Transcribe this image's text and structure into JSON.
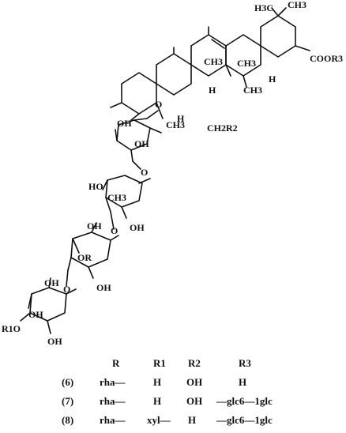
{
  "structure": {
    "labels": {
      "h3c_top": "H3C",
      "ch3_top": "CH3",
      "coor3": "COOR3",
      "ch3_a": "CH3",
      "ch3_b": "CH3",
      "ch3_c": "CH3",
      "h_a": "H",
      "h_b": "H",
      "h_c": "H",
      "o_link": "O",
      "ch3_gem": "CH3",
      "ch2r2": "CH2R2",
      "oh_s1a": "OH",
      "oh_s1b": "OH",
      "o_s1": "O",
      "ho_s2": "HO",
      "ch3_s2": "CH3",
      "oh_s2": "OH",
      "o_s2": "O",
      "oh_s3a": "OH",
      "or_s3": "OR",
      "oh_s3b": "OH",
      "o_s3": "O",
      "oh_s4a": "OH",
      "r1o_s4": "R1O",
      "oh_s4b": "OH",
      "oh_s4c": "OH"
    }
  },
  "table": {
    "headers": [
      "R",
      "R1",
      "R2",
      "R3"
    ],
    "rows": [
      {
        "id": "(6)",
        "R": "rha—",
        "R1": "H",
        "R2": "OH",
        "R3": "H"
      },
      {
        "id": "(7)",
        "R": "rha—",
        "R1": "H",
        "R2": "OH",
        "R3": "—glc6—1glc"
      },
      {
        "id": "(8)",
        "R": "rha—",
        "R1": "xyl—",
        "R2": "H",
        "R3": "—glc6—1glc"
      }
    ]
  }
}
